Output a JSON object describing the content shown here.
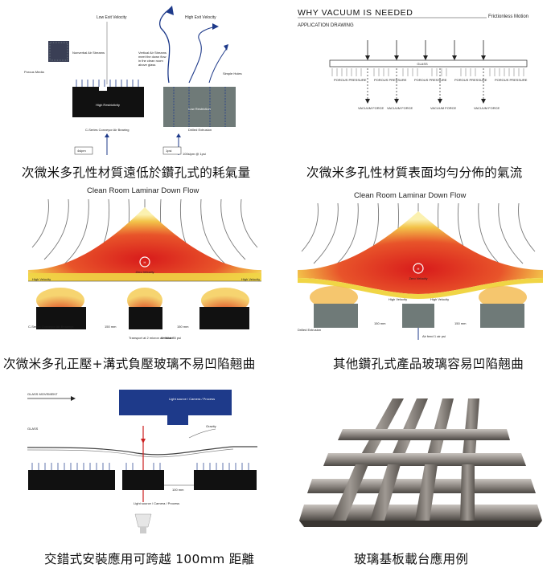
{
  "captions": {
    "p1": "次微米多孔性材質遠低於鑽孔式的耗氣量",
    "p2": "次微米多孔性材質表面均勻分佈的氣流",
    "p3": "次微米多孔正壓+溝式負壓玻璃不易凹陷翹曲",
    "p4": "其他鑽孔式產品玻璃容易凹陷翹曲",
    "p5": "交錯式安裝應用可跨越 100mm 距離",
    "p6": "玻璃基板載台應用例"
  },
  "panel1": {
    "low_velocity": "Low Exit Velocity",
    "high_velocity": "High Exit Velocity",
    "nonverbal": "Nonverbal Air Streams",
    "porous_media": "Porous Media",
    "high_restrictivity": "High Restrictivity",
    "conveyor": "C-Series Conveyor Air Bearing",
    "vertical_streams": "Vertical Air Streams",
    "vertical_2": "meet the down flow",
    "vertical_3": "in the clean room",
    "vertical_4": "above glass",
    "simple_holes": "Simple Holes",
    "low_restriction": "Low Restriction",
    "drilled": "Drilled Extrusion",
    "input_left": "4slpm",
    "input_right": "1psi",
    "bottom_left": "",
    "bottom_right": "100slpm @ 1psi"
  },
  "panel2": {
    "title": "WHY VACUUM IS NEEDED",
    "frictionless": "Frictionless Motion",
    "application": "APPLICATION DRAWING",
    "glass": "GLASS",
    "porous": [
      "POROUS PRESSURE",
      "POROUS PRESSURE",
      "POROUS PRESSURE",
      "POROUS PRESSURE",
      "POROUS PRESSURE"
    ],
    "vacuum": [
      "VACUUM FORCE",
      "VACUUM FORCE",
      "VACUUM FORCE",
      "VACUUM FORCE"
    ]
  },
  "panel3": {
    "title": "Clean Room Laminar Down Flow",
    "zero_velocity": "Zero Velocity",
    "high_velocity": "High Velocity",
    "conveyor": "C-Series Conveyor Air Bearings",
    "gap1": "150 mm",
    "gap2": "150 mm",
    "transport": "Transport at 2 micron air failure",
    "vertical": "Vertical 35 psi"
  },
  "panel4": {
    "title": "Clean Room Laminar Down Flow",
    "zero_velocity": "Zero Velocity",
    "high_velocity": "High Velocity",
    "drilled": "Drilled Extrusion",
    "gap1": "150 mm",
    "gap2": "150 mm",
    "air_feed": "Air feed 1 air psi"
  },
  "panel5": {
    "glass_movement": "GLASS MOVEMENT",
    "glass": "GLASS",
    "gravity": "Gravity",
    "light_top": "Light source / Camera / Process",
    "light_bottom": "Light source / Camera / Process",
    "gap": "100 mm"
  },
  "colors": {
    "block": "#111111",
    "red": "#cc1f1f",
    "navy": "#1e3a8a",
    "gray_block": "#6f7a78"
  }
}
